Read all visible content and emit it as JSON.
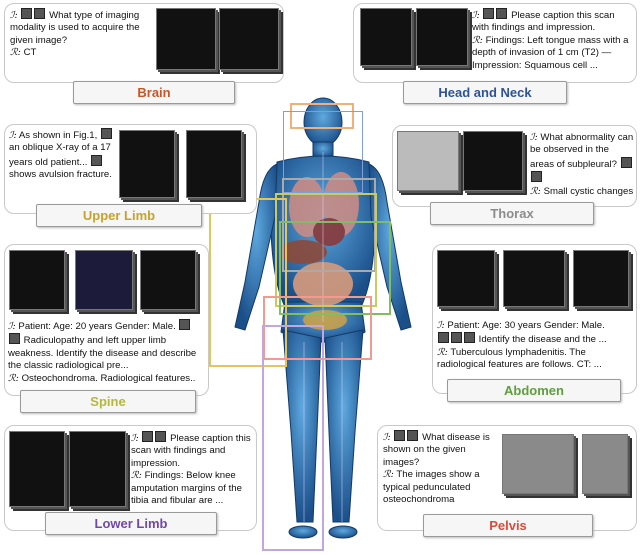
{
  "colors": {
    "brain": "#c8552a",
    "head_neck": "#2e5395",
    "upper_limb": "#c9a227",
    "thorax": "#8c8c8c",
    "spine": "#b5b83a",
    "abdomen": "#5f9e3c",
    "lower_limb": "#7249a6",
    "pelvis": "#e04a3a"
  },
  "brain": {
    "label": "Brain",
    "q_tag": "ℐ:",
    "question": "What type of imaging modality is used to acquire the given image?",
    "a_tag": "ℛ:",
    "answer": "CT"
  },
  "head_neck": {
    "label": "Head and Neck",
    "q_tag": "ℐ:",
    "question": "Please caption this scan with findings and impression.",
    "a_tag": "ℛ:",
    "answer": "Findings: Left tongue mass with a depth of invasion of 1 cm (T2) — Impression: Squamous cell ..."
  },
  "upper_limb": {
    "label": "Upper Limb",
    "q_tag": "ℐ:",
    "q1": "As shown in Fig.1,",
    "q2": "an oblique X-ray of a 17 years old patient...",
    "q3": "shows avulsion fracture."
  },
  "thorax": {
    "label": "Thorax",
    "q_tag": "ℐ:",
    "question": "What abnormality can be observed in the areas of subpleural?",
    "a_tag": "ℛ:",
    "answer": "Small cystic changes"
  },
  "spine": {
    "label": "Spine",
    "q_tag": "ℐ:",
    "q1": "Patient: Age: 20 years Gender: Male.",
    "q2": "Radiculopathy and left upper limb weakness. Identify the disease and describe the classic radiological pre...",
    "a_tag": "ℛ:",
    "answer": "Osteochondroma. Radiological features.."
  },
  "abdomen": {
    "label": "Abdomen",
    "q_tag": "ℐ:",
    "q1": "Patient: Age: 30 years Gender: Male.",
    "q2": "Identify the disease and the ...",
    "a_tag": "ℛ:",
    "answer": "Tuberculous lymphadenitis. The radiological features are follows. CT: ..."
  },
  "lower_limb": {
    "label": "Lower Limb",
    "q_tag": "ℐ:",
    "question": "Please caption this scan with findings and impression.",
    "a_tag": "ℛ:",
    "answer": "Findings: Below knee amputation margins of the tibia and fibular are ..."
  },
  "pelvis": {
    "label": "Pelvis",
    "q_tag": "ℐ:",
    "question": "What disease is shown on the given images?",
    "a_tag": "ℛ:",
    "answer": "The images show a typical pedunculated osteochondroma"
  }
}
